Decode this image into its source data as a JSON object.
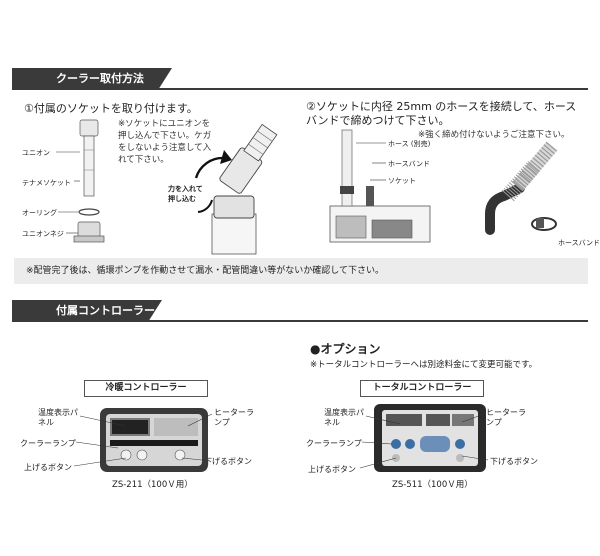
{
  "sections": {
    "mount": "クーラー取付方法",
    "controller": "付属コントローラー"
  },
  "step1": {
    "title": "①付属のソケットを取り付けます。",
    "note": "※ソケットにユニオンを押し込んで下さい。ケガをしないよう注意して入れて下さい。",
    "labels": {
      "union": "ユニオン",
      "socket": "テナメソケット",
      "oring": "オーリング",
      "union_screw": "ユニオンネジ"
    },
    "push_text": "力を入れて押し込む"
  },
  "step2": {
    "title": "②ソケットに内径 25mm のホースを接続して、ホースバンドで締めつけて下さい。",
    "note": "※強く締め付けないようご注意下さい。",
    "labels": {
      "hose": "ホース (別売)",
      "hose_band": "ホースバンド",
      "socket": "ソケット",
      "hose_band_detail": "ホースバンド"
    }
  },
  "confirm_note": "※配管完了後は、循環ポンプを作動させて漏水・配管間違い等がないか確認して下さい。",
  "controller_left": {
    "title": "冷暖コントローラー",
    "labels": {
      "temp_panel": "温度表示パネル",
      "heater_lamp": "ヒーターランプ",
      "cooler_lamp": "クーラーランプ",
      "up_button": "上げるボタン",
      "down_button": "下げるボタン"
    },
    "model": "ZS-211（100Ｖ用）"
  },
  "option": {
    "heading": "●オプション",
    "note": "※トータルコントローラーへは別途料金にて変更可能です。"
  },
  "controller_right": {
    "title": "トータルコントローラー",
    "labels": {
      "temp_panel": "温度表示パネル",
      "heater_lamp": "ヒーターランプ",
      "cooler_lamp": "クーラーランプ",
      "up_button": "上げるボタン",
      "down_button": "下げるボタン"
    },
    "model": "ZS-511（100Ｖ用）"
  }
}
